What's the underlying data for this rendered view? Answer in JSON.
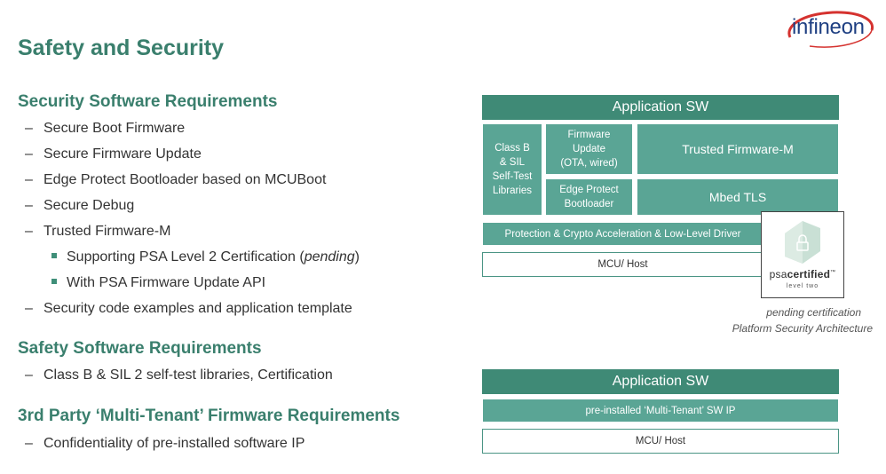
{
  "title": "Safety and Security",
  "logo": {
    "text": "infineon"
  },
  "left": {
    "security": {
      "heading": "Security Software Requirements",
      "items": [
        "Secure Boot Firmware",
        "Secure Firmware Update",
        "Edge Protect Bootloader based on MCUBoot",
        "Secure Debug",
        "Trusted Firmware-M"
      ],
      "sub_items": {
        "psa_cert_prefix": "Supporting PSA Level 2 Certification (",
        "psa_cert_italic": "pending",
        "psa_cert_suffix": ")",
        "fw_update_api": "With PSA Firmware Update API"
      },
      "last_item": "Security code examples and application template"
    },
    "safety": {
      "heading": "Safety Software Requirements",
      "items": [
        "Class B & SIL 2 self-test libraries, Certification"
      ]
    },
    "third_party": {
      "heading": "3rd Party ‘Multi-Tenant’ Firmware Requirements",
      "items": [
        "Confidentiality of pre-installed software IP"
      ]
    },
    "dash": "–"
  },
  "diagram_top": {
    "application_sw": "Application SW",
    "class_b": [
      "Class B",
      "& SIL",
      "Self-Test",
      "Libraries"
    ],
    "firmware_update": [
      "Firmware",
      "Update",
      "(OTA, wired)"
    ],
    "trusted_firmware": "Trusted Firmware-M",
    "edge_protect": [
      "Edge Protect",
      "Bootloader"
    ],
    "mbed_tls": "Mbed TLS",
    "protection": "Protection & Crypto Acceleration & Low-Level Driver",
    "mcu_host": "MCU/ Host"
  },
  "psa_badge": {
    "name_light": "psa",
    "name_bold": "certified",
    "tm": "™",
    "level": "level two"
  },
  "captions": {
    "pending": "pending certification",
    "psa_arch": "Platform Security Architecture"
  },
  "diagram_bottom": {
    "application_sw": "Application SW",
    "preinstalled": "pre-installed ‘Multi-Tenant’ SW IP",
    "mcu_host": "MCU/ Host"
  },
  "colors": {
    "title_green": "#3a7f6d",
    "block_dark": "#3f8a76",
    "block_mid": "#5aa595",
    "logo_blue": "#1e3f82",
    "logo_red": "#d5322f"
  }
}
